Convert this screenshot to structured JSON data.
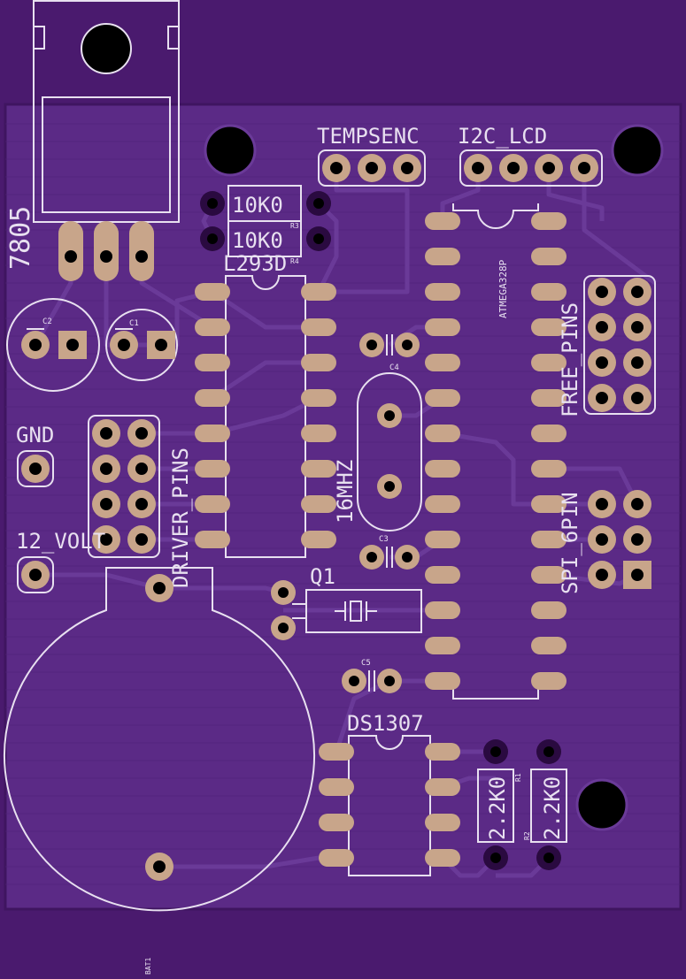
{
  "colors": {
    "board": "#5b2a86",
    "board_edge": "#3f1560",
    "outer": "#4a1a6e",
    "trace": "#5e2d8a",
    "pad": "#c8a58a",
    "silk": "#e8e0f0",
    "hole": "#000000"
  },
  "labels": {
    "reg_7805": "7805",
    "tempsenc": "TEMPSENC",
    "i2c_lcd": "I2C_LCD",
    "r_top": "10K0",
    "r_bottom": "10K0",
    "r3": "R3",
    "r4": "R4",
    "l293d": "L293D",
    "atmega": "ATMEGA328P",
    "free_pins": "FREE_PINS",
    "c2": "C2",
    "c1": "C1",
    "c4": "C4",
    "c3": "C3",
    "c5": "C5",
    "gnd": "GND",
    "twelve_volt": "12_VOLT",
    "driver_pins": "DRIVER_PINS",
    "crystal": "16MHZ",
    "q1": "Q1",
    "spi_6pin": "SPI_6PIN",
    "ds1307": "DS1307",
    "r1_value": "2.2K0",
    "r2_value": "2.2K0",
    "r1": "R1",
    "r2": "R2",
    "bat1": "BAT1"
  },
  "icons": [
    "mounting-hole-icon",
    "pcb-pad-icon",
    "ic-footprint-icon",
    "capacitor-icon",
    "crystal-icon",
    "battery-holder-icon",
    "resistor-icon"
  ]
}
